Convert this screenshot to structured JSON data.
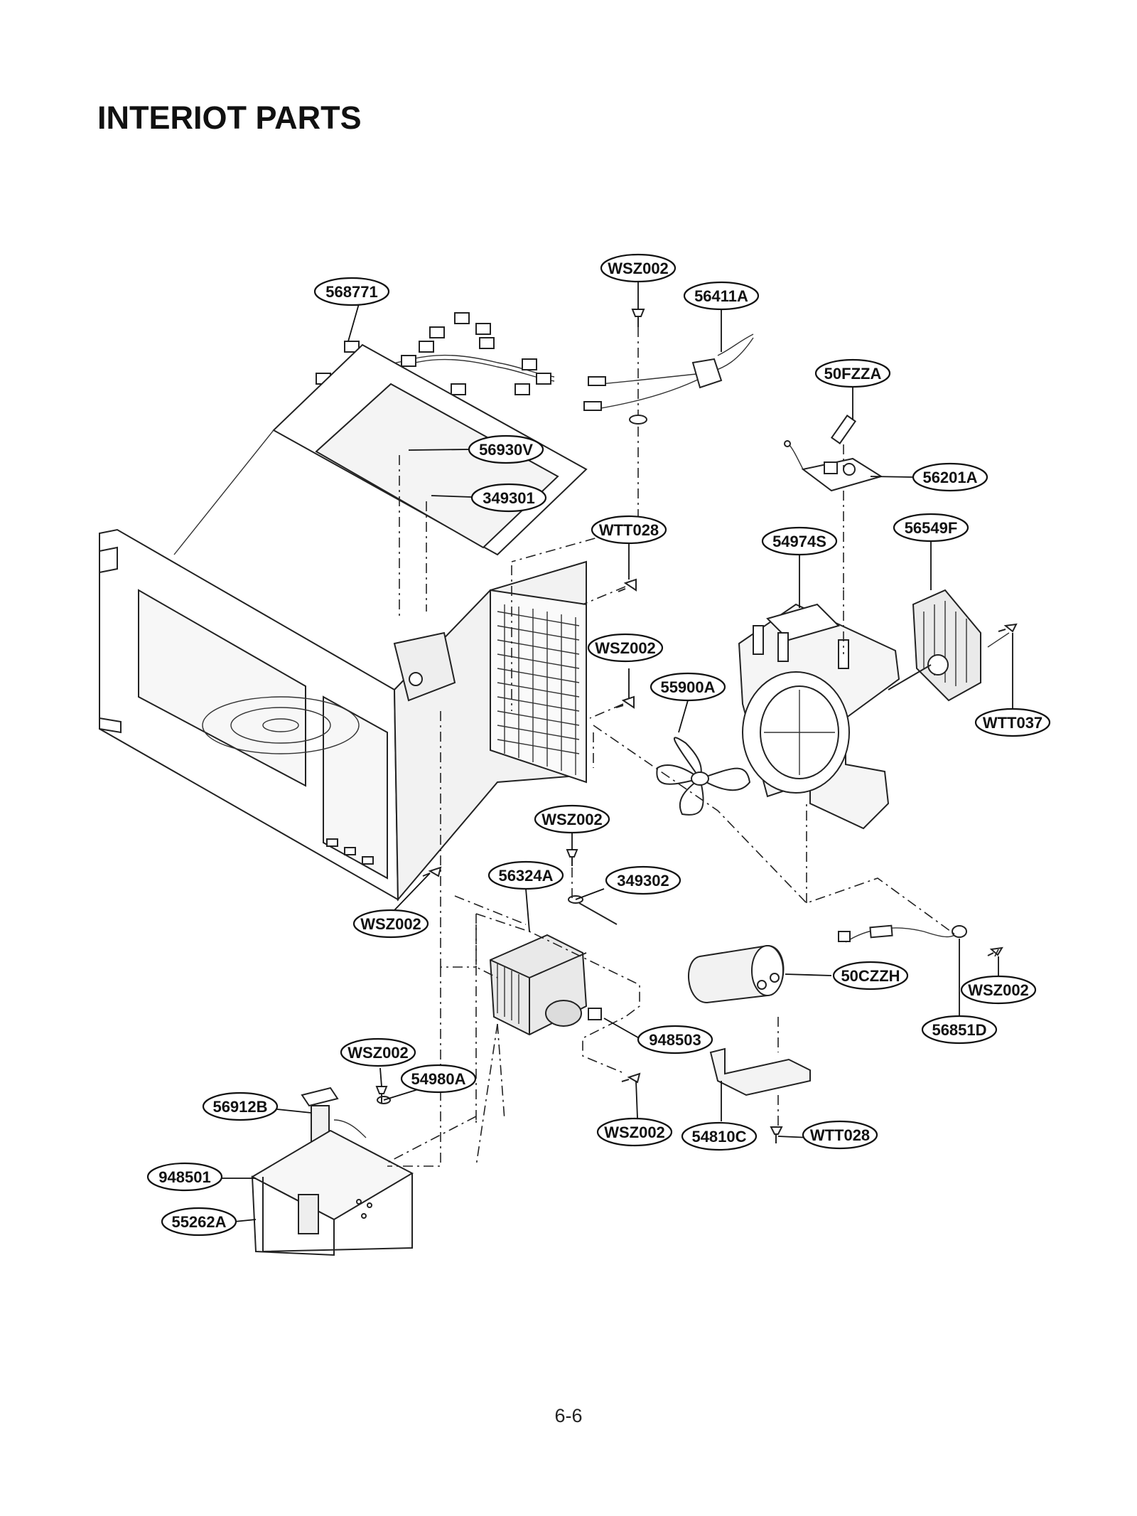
{
  "page": {
    "title": "INTERIOT PARTS",
    "page_number": "6-6"
  },
  "labels": [
    {
      "id": "568771",
      "text": "568771"
    },
    {
      "id": "wsz002-top",
      "text": "WSZ002"
    },
    {
      "id": "56411A",
      "text": "56411A"
    },
    {
      "id": "50FZZA",
      "text": "50FZZA"
    },
    {
      "id": "56930V",
      "text": "56930V"
    },
    {
      "id": "56201A",
      "text": "56201A"
    },
    {
      "id": "349301",
      "text": "349301"
    },
    {
      "id": "wtt028-top",
      "text": "WTT028"
    },
    {
      "id": "54974S",
      "text": "54974S"
    },
    {
      "id": "56549F",
      "text": "56549F"
    },
    {
      "id": "wsz002-mid",
      "text": "WSZ002"
    },
    {
      "id": "55900A",
      "text": "55900A"
    },
    {
      "id": "WTT037",
      "text": "WTT037"
    },
    {
      "id": "wsz002-center",
      "text": "WSZ002"
    },
    {
      "id": "56324A",
      "text": "56324A"
    },
    {
      "id": "349302",
      "text": "349302"
    },
    {
      "id": "wsz002-left",
      "text": "WSZ002"
    },
    {
      "id": "50CZZH",
      "text": "50CZZH"
    },
    {
      "id": "wsz002-right",
      "text": "WSZ002"
    },
    {
      "id": "56851D",
      "text": "56851D"
    },
    {
      "id": "948503",
      "text": "948503"
    },
    {
      "id": "wsz002-lower",
      "text": "WSZ002"
    },
    {
      "id": "54980A",
      "text": "54980A"
    },
    {
      "id": "56912B",
      "text": "56912B"
    },
    {
      "id": "wsz002-bottom",
      "text": "WSZ002"
    },
    {
      "id": "54810C",
      "text": "54810C"
    },
    {
      "id": "wtt028-bottom",
      "text": "WTT028"
    },
    {
      "id": "948501",
      "text": "948501"
    },
    {
      "id": "55262A",
      "text": "55262A"
    }
  ]
}
